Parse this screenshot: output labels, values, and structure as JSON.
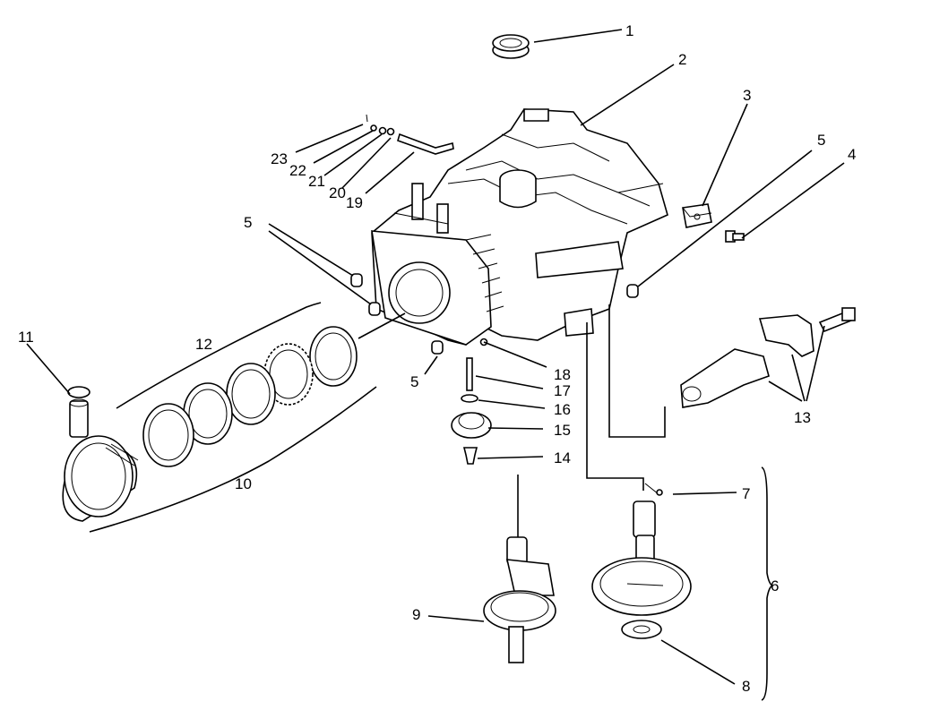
{
  "labels": {
    "l1": "1",
    "l2": "2",
    "l3": "3",
    "l4": "4",
    "l5a": "5",
    "l5b": "5",
    "l5c": "5",
    "l6": "6",
    "l7": "7",
    "l8": "8",
    "l9": "9",
    "l10": "10",
    "l11": "11",
    "l12": "12",
    "l13": "13",
    "l14": "14",
    "l15": "15",
    "l16": "16",
    "l17": "17",
    "l18": "18",
    "l19": "19",
    "l20": "20",
    "l21": "21",
    "l22": "22",
    "l23": "23"
  },
  "colors": {
    "ink": "#000000",
    "paper": "#ffffff"
  }
}
